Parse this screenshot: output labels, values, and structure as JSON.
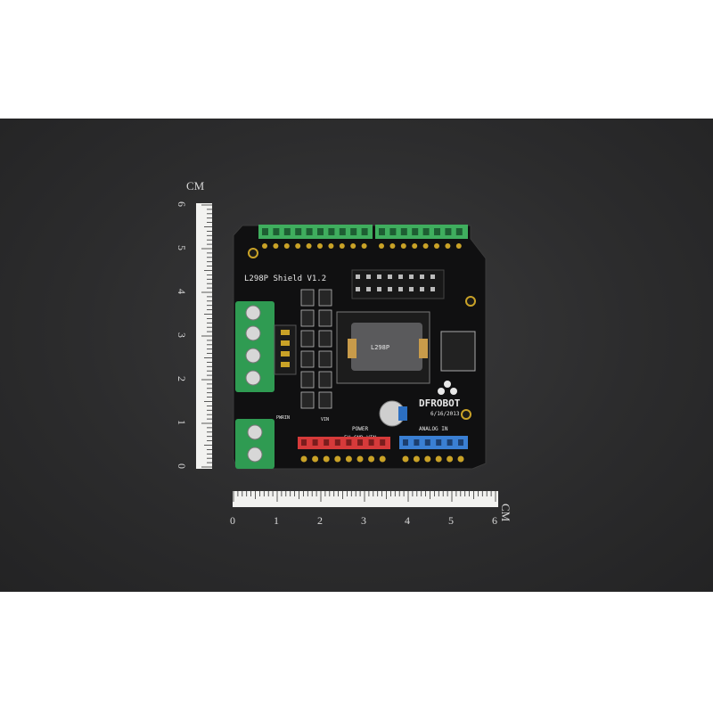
{
  "ruler": {
    "unit": "CM",
    "vertical_ticks": [
      "6",
      "5",
      "4",
      "3",
      "2",
      "1",
      "0"
    ],
    "horizontal_ticks": [
      "0",
      "1",
      "2",
      "3",
      "4",
      "5",
      "6"
    ]
  },
  "board": {
    "title": "L298P Shield V1.2",
    "brand": "DFROBOT",
    "date": "6/16/2013",
    "power_label": "POWER",
    "analog_label": "ANALOG IN",
    "power_pins": "5V GND VIN",
    "chip_text": "L298P",
    "pwrin_label": "PWRIN",
    "vin_label": "VIN"
  }
}
